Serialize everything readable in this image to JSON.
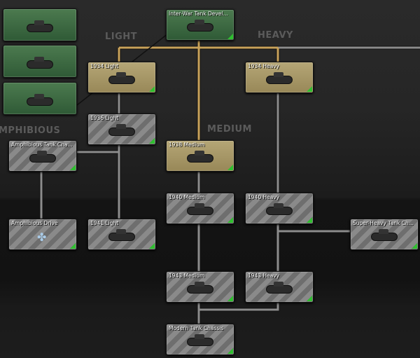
{
  "categories": {
    "light": "LIGHT",
    "heavy": "HEAVY",
    "medium": "MEDIUM",
    "amphibious": "MPHIBIOUS"
  },
  "cards": [
    {
      "id": "legacy-1",
      "title": "",
      "state": "researched",
      "icon": "tank-icon"
    },
    {
      "id": "legacy-2",
      "title": "",
      "state": "researched",
      "icon": "tank-icon"
    },
    {
      "id": "legacy-3",
      "title": "",
      "state": "researched",
      "icon": "tank-icon"
    },
    {
      "id": "inter-war",
      "title": "Inter-War Tank Devel...",
      "state": "researched",
      "icon": "tank-icon"
    },
    {
      "id": "1934-light",
      "title": "1934 Light",
      "state": "available",
      "icon": "tank-icon"
    },
    {
      "id": "1934-heavy",
      "title": "1934 Heavy",
      "state": "available",
      "icon": "tank-icon"
    },
    {
      "id": "1936-light",
      "title": "1936 Light",
      "state": "locked",
      "icon": "tank-icon"
    },
    {
      "id": "amphibious-chassis",
      "title": "Amphibious Tank Cha...",
      "state": "locked",
      "icon": "tank-icon"
    },
    {
      "id": "1938-medium",
      "title": "1938 Medium",
      "state": "available",
      "icon": "tank-icon"
    },
    {
      "id": "1940-medium",
      "title": "1940 Medium",
      "state": "locked",
      "icon": "tank-icon"
    },
    {
      "id": "1940-heavy",
      "title": "1940 Heavy",
      "state": "locked",
      "icon": "tank-icon"
    },
    {
      "id": "amphibious-drive",
      "title": "Amphibious Drive",
      "state": "locked",
      "icon": "propeller-icon"
    },
    {
      "id": "1941-light",
      "title": "1941 Light",
      "state": "locked",
      "icon": "tank-icon"
    },
    {
      "id": "super-heavy",
      "title": "Super-Heavy Tank Ch...",
      "state": "locked",
      "icon": "tank-icon"
    },
    {
      "id": "1943-medium",
      "title": "1943 Medium",
      "state": "locked",
      "icon": "tank-icon"
    },
    {
      "id": "1943-heavy",
      "title": "1943 Heavy",
      "state": "locked",
      "icon": "tank-icon"
    },
    {
      "id": "modern-chassis",
      "title": "Modern Tank Chassis",
      "state": "locked",
      "icon": "tank-icon"
    }
  ],
  "colors": {
    "researched": "#3f6b44",
    "available": "#a99a68",
    "locked": "#7c7c7c",
    "link_active": "#c9a25a",
    "link": "#8a8a8a"
  }
}
